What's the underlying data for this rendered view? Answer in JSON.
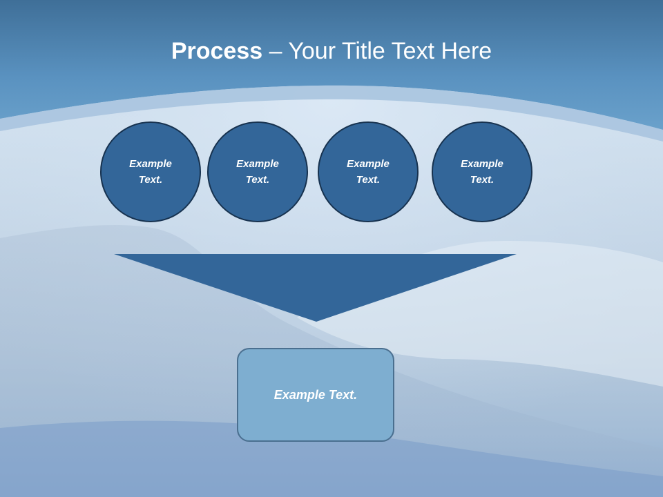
{
  "title": {
    "bold": "Process",
    "rest": " – Your Title Text Here"
  },
  "circles": [
    {
      "label": "Example Text."
    },
    {
      "label": "Example Text."
    },
    {
      "label": "Example Text."
    },
    {
      "label": "Example Text."
    }
  ],
  "result": {
    "label": "Example Text."
  },
  "colors": {
    "header": "#4f87b7",
    "circle_fill": "#336699",
    "circle_border": "#17324f",
    "funnel": "#336699",
    "result_fill": "#7eaed0",
    "result_border": "#4a6f8f"
  }
}
